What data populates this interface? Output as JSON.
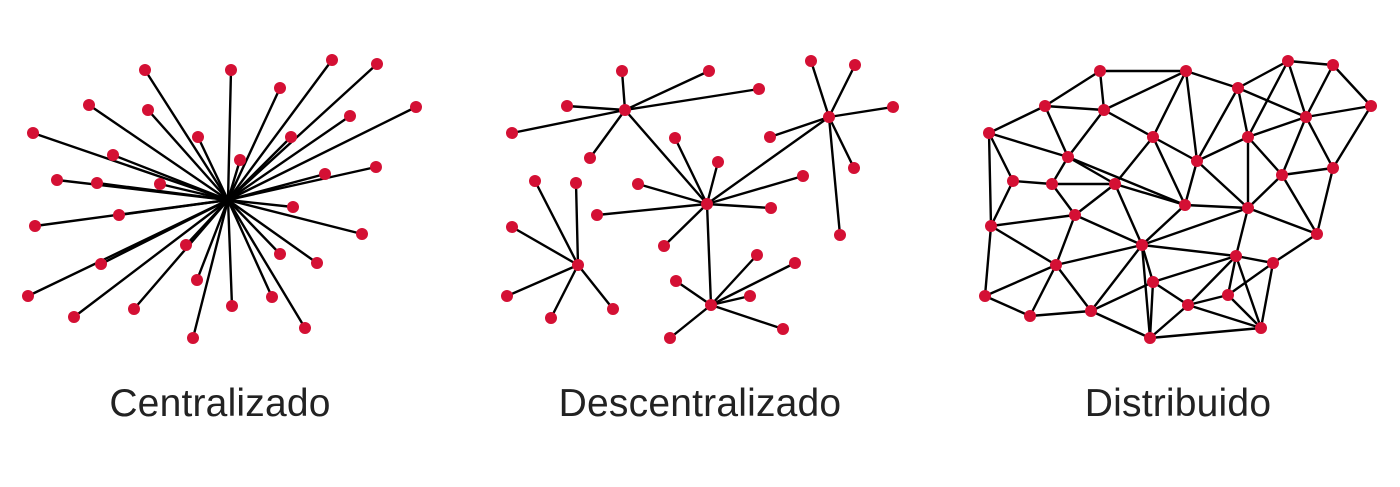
{
  "node_color": "#d41034",
  "edge_color": "#000000",
  "diagrams": [
    {
      "id": "centralized",
      "label": "Centralizado"
    },
    {
      "id": "decentralized",
      "label": "Descentralizado"
    },
    {
      "id": "distributed",
      "label": "Distribuido"
    }
  ]
}
